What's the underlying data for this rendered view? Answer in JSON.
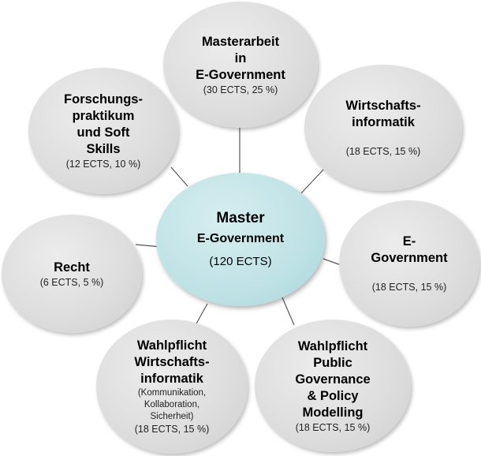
{
  "center": {
    "line1": "Master",
    "line2": "E-Government",
    "line3": "(120 ECTS)"
  },
  "modules": {
    "masterarbeit": {
      "title": [
        "Masterarbeit",
        "in",
        "E-Government"
      ],
      "ects": "(30 ECTS, 25 %)"
    },
    "wirtschaftsinformatik": {
      "title": [
        "Wirtschafts-",
        "informatik"
      ],
      "ects": "(18 ECTS, 15 %)"
    },
    "egovernment": {
      "title": [
        "E-",
        "Government"
      ],
      "ects": "(18 ECTS, 15 %)"
    },
    "wahlpflicht_public": {
      "title": [
        "Wahlpflicht",
        "Public",
        "Governance",
        "& Policy",
        "Modelling"
      ],
      "ects": "(18 ECTS, 15 %)"
    },
    "wahlpflicht_wi": {
      "title": [
        "Wahlpflicht",
        "Wirtschafts-",
        "informatik"
      ],
      "detail": [
        "(Kommunikation,",
        "Kollaboration,",
        "Sicherheit)"
      ],
      "ects": "(18 ECTS, 15 %)"
    },
    "recht": {
      "title": [
        "Recht"
      ],
      "ects": "(6 ECTS, 5 %)"
    },
    "forschung": {
      "title": [
        "Forschungs-",
        "praktikum",
        "und Soft",
        "Skills"
      ],
      "ects": "(12 ECTS, 10 %)"
    }
  },
  "colors": {
    "center_fill": "#bfe2e5",
    "module_fill": "#dedede",
    "connector": "#555555"
  }
}
